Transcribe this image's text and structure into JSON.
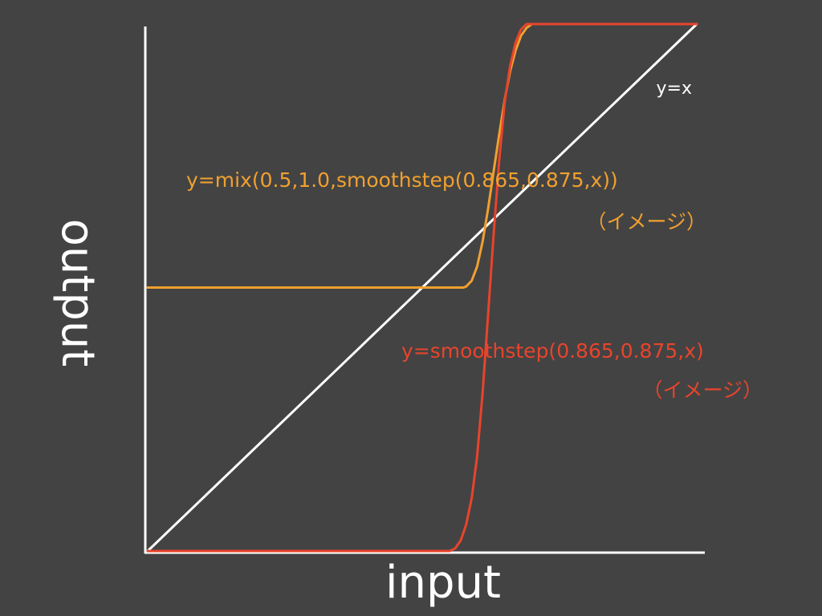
{
  "chart_data": {
    "type": "line",
    "xlabel": "input",
    "ylabel": "output",
    "xlim": [
      0,
      1
    ],
    "ylim": [
      0,
      1
    ],
    "grid": false,
    "colors": {
      "background": "#434343",
      "axis": "#ffffff",
      "identity": "#ffffff",
      "mix": "#f0a030",
      "smoothstep": "#e8442c"
    },
    "series": [
      {
        "id": "identity",
        "x": [
          0,
          1
        ],
        "y": [
          0,
          1
        ]
      },
      {
        "id": "mix",
        "x": [
          0,
          0.575,
          0.58,
          0.59,
          0.6,
          0.61,
          0.62,
          0.63,
          0.64,
          0.65,
          0.66,
          0.67,
          0.68,
          0.69,
          0.7,
          0.71,
          1
        ],
        "y": [
          0.5,
          0.5,
          0.502,
          0.513,
          0.54,
          0.587,
          0.65,
          0.72,
          0.79,
          0.855,
          0.91,
          0.95,
          0.978,
          0.993,
          1,
          1,
          1
        ]
      },
      {
        "id": "smoothstep",
        "x": [
          0,
          0.55,
          0.56,
          0.57,
          0.58,
          0.59,
          0.6,
          0.61,
          0.62,
          0.63,
          0.64,
          0.65,
          0.66,
          0.67,
          0.68,
          0.69,
          0.7,
          1
        ],
        "y": [
          0,
          0,
          0.005,
          0.02,
          0.05,
          0.1,
          0.18,
          0.3,
          0.45,
          0.6,
          0.74,
          0.85,
          0.92,
          0.965,
          0.99,
          1,
          1,
          1
        ]
      }
    ],
    "annotations": {
      "identity": "y=x",
      "mix_line1": "y=mix(0.5,1.0,smoothstep(0.865,0.875,x))",
      "mix_line2": "（イメージ）",
      "smoothstep_line1": "y=smoothstep(0.865,0.875,x)",
      "smoothstep_line2": "（イメージ）"
    }
  }
}
